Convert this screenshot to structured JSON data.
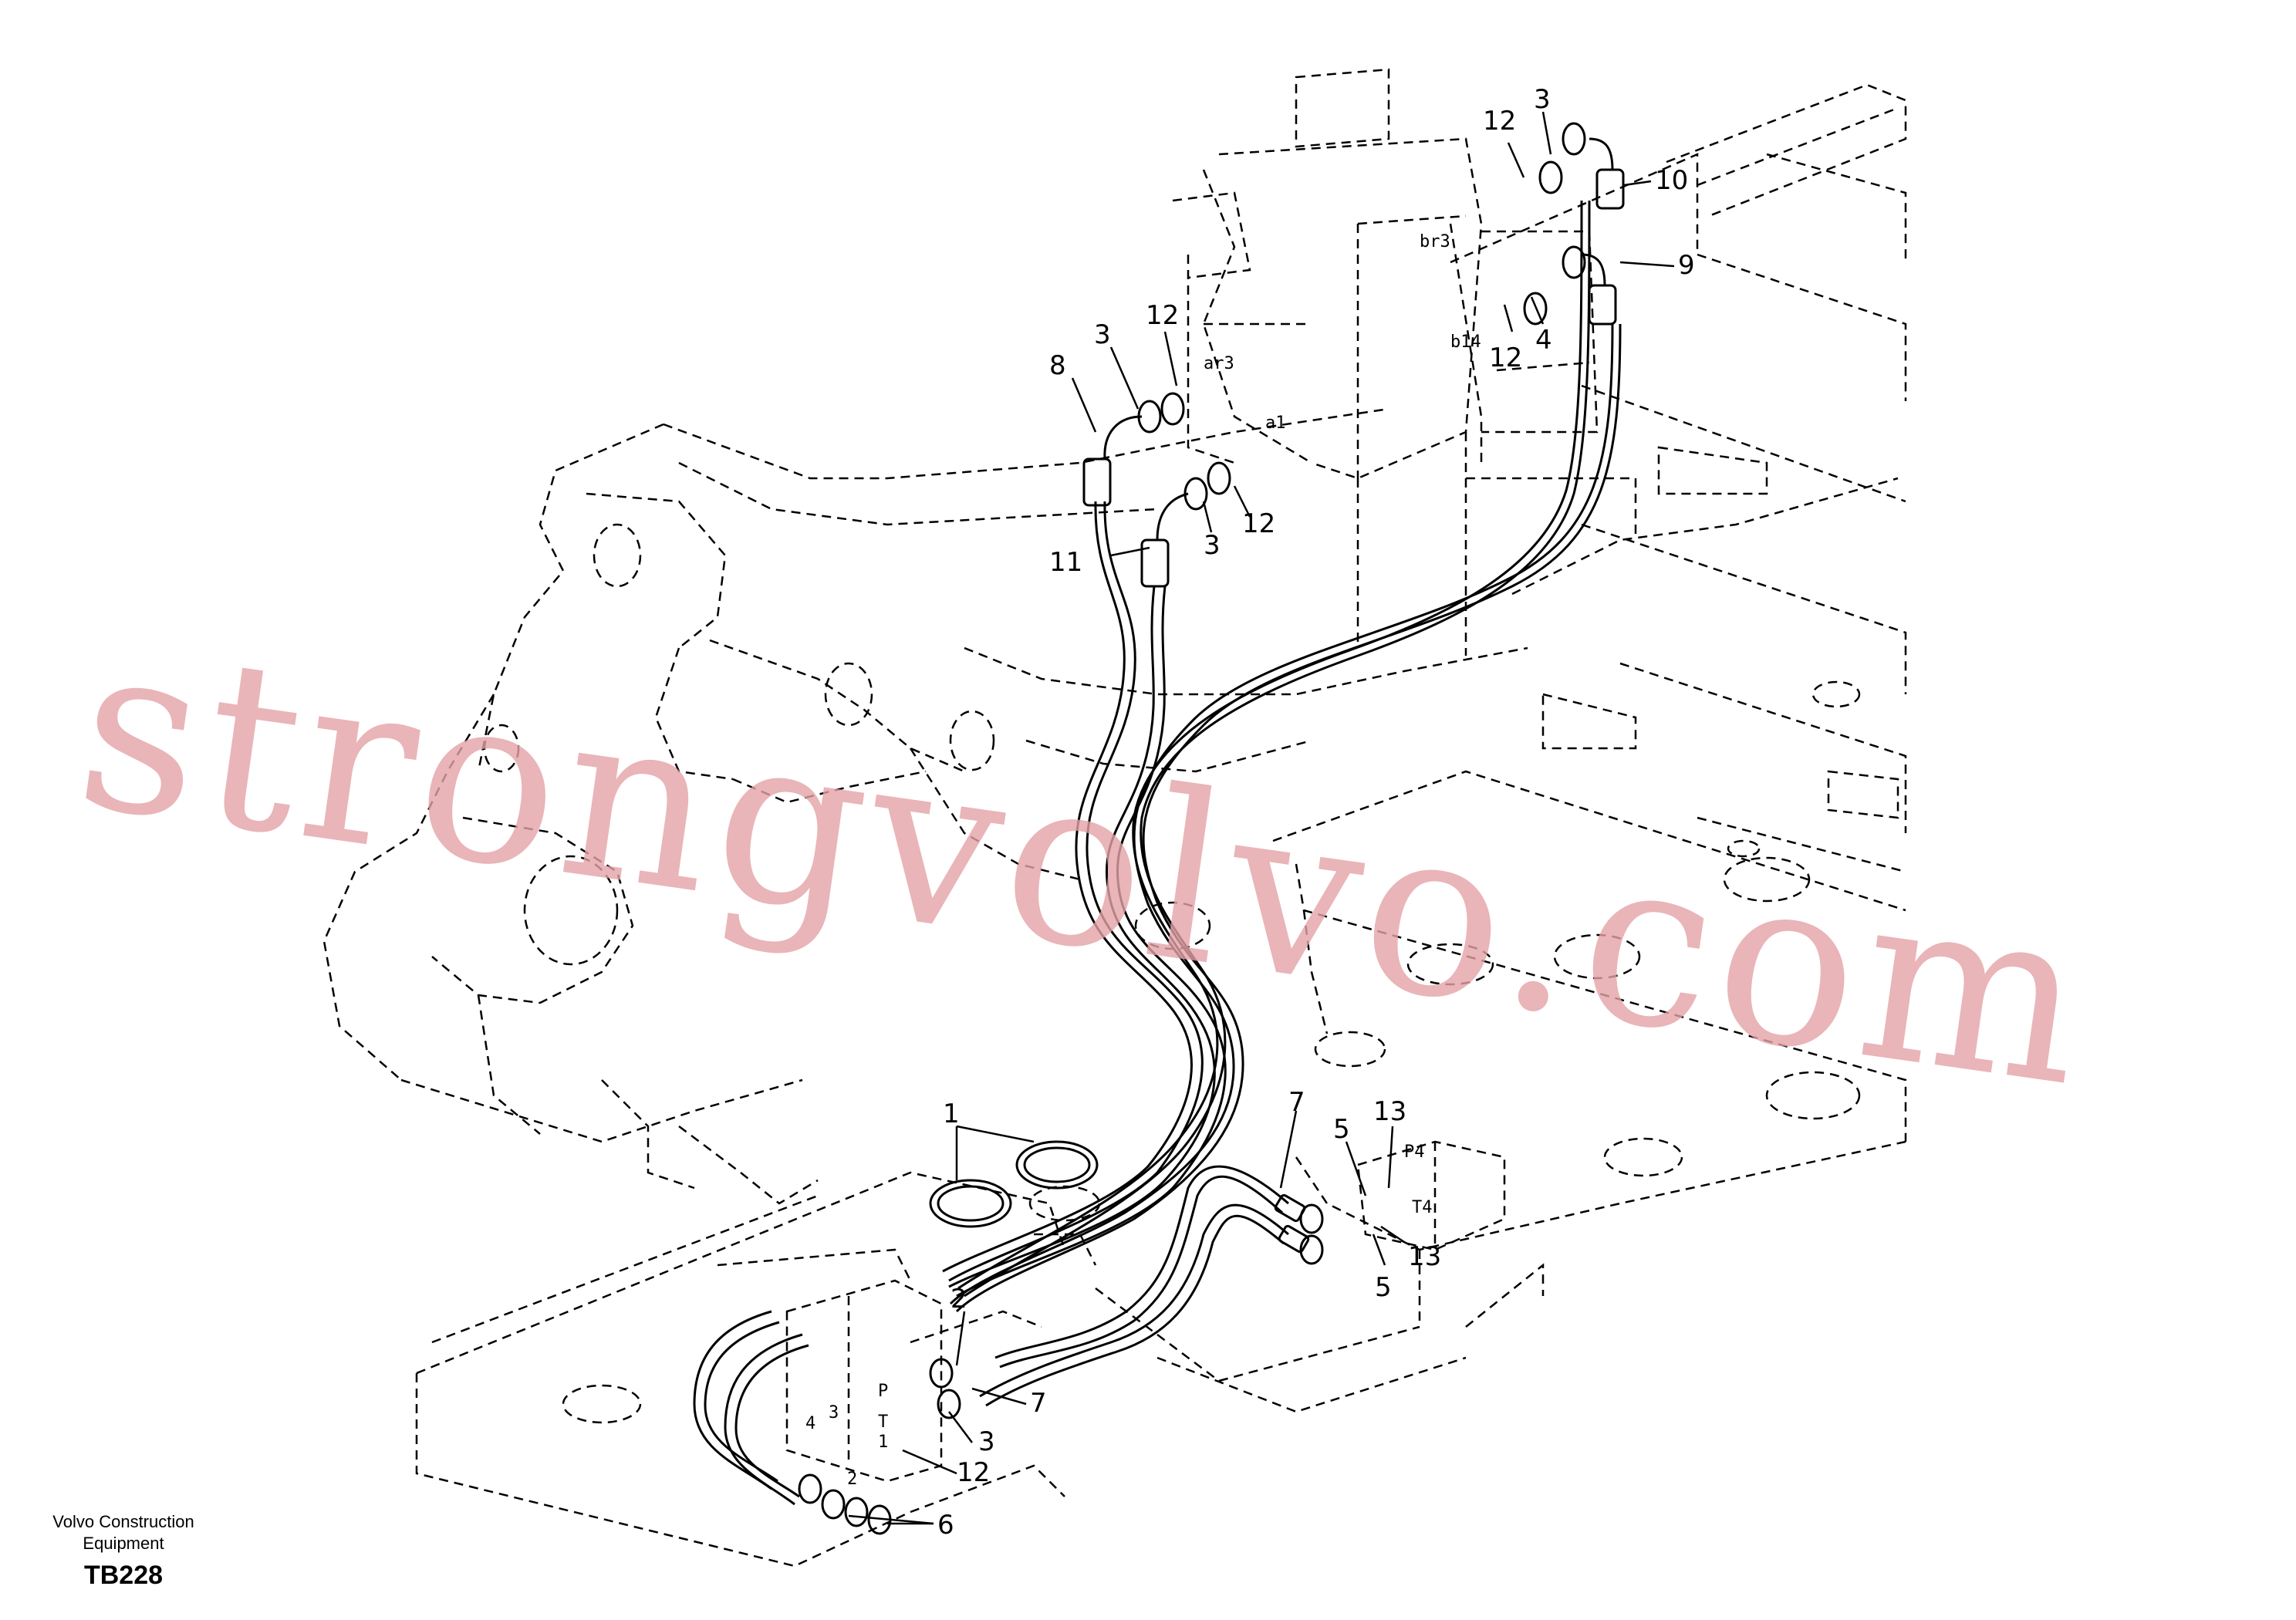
{
  "callouts": [
    {
      "id": "c12a",
      "text": "12"
    },
    {
      "id": "c3a",
      "text": "3"
    },
    {
      "id": "c10",
      "text": "10"
    },
    {
      "id": "c9",
      "text": "9"
    },
    {
      "id": "c12b",
      "text": "12"
    },
    {
      "id": "c4",
      "text": "4"
    },
    {
      "id": "c12c",
      "text": "12"
    },
    {
      "id": "c3b",
      "text": "3"
    },
    {
      "id": "c8",
      "text": "8"
    },
    {
      "id": "c12d",
      "text": "12"
    },
    {
      "id": "c3c",
      "text": "3"
    },
    {
      "id": "c11",
      "text": "11"
    },
    {
      "id": "c1",
      "text": "1"
    },
    {
      "id": "c7a",
      "text": "7"
    },
    {
      "id": "c5a",
      "text": "5"
    },
    {
      "id": "c13a",
      "text": "13"
    },
    {
      "id": "c13b",
      "text": "13"
    },
    {
      "id": "c5b",
      "text": "5"
    },
    {
      "id": "c2",
      "text": "2"
    },
    {
      "id": "c7b",
      "text": "7"
    },
    {
      "id": "c3d",
      "text": "3"
    },
    {
      "id": "c12e",
      "text": "12"
    },
    {
      "id": "c6",
      "text": "6"
    }
  ],
  "ports": {
    "br3": "br3",
    "b14": "b14",
    "ar3": "ar3",
    "a1": "a1",
    "p4": "P4",
    "t4": "T4",
    "p": "P",
    "t": "T",
    "n4": "4",
    "n3": "3",
    "n1": "1",
    "n2": "2"
  },
  "watermark": "strongvolvo.com",
  "footer": {
    "company_line1": "Volvo Construction",
    "company_line2": "Equipment",
    "code": "TB228"
  }
}
